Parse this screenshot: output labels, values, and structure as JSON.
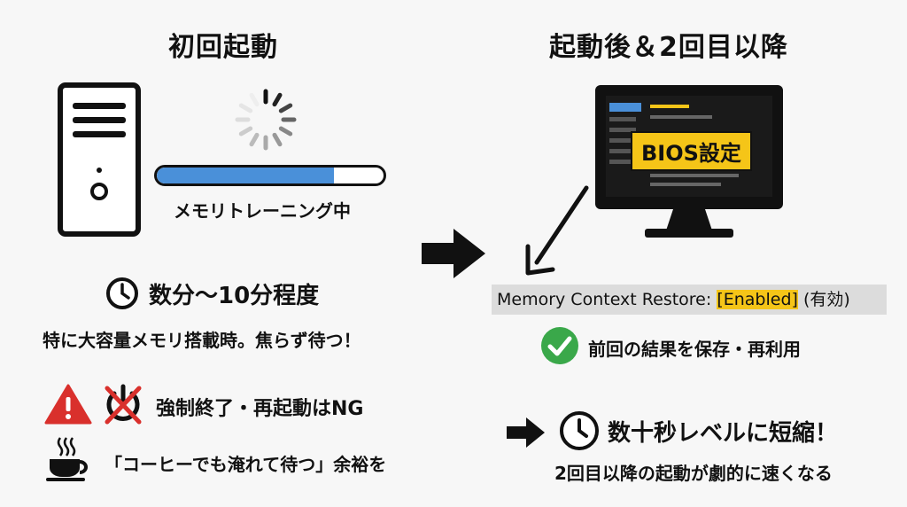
{
  "left": {
    "title": "初回起動",
    "progress_label": "メモリトレーニング中",
    "progress_value": 0.78,
    "duration": "数分〜10分程度",
    "note": "特に大容量メモリ搭載時。焦らず待つ！",
    "warning": "強制終了・再起動はNG",
    "coffee": "「コーヒーでも淹れて待つ」余裕を"
  },
  "right": {
    "title": "起動後＆2回目以降",
    "bios_label": "BIOS設定",
    "setting_name": "Memory Context Restore: ",
    "setting_value": "[Enabled]",
    "setting_note": " (有効)",
    "check_text": "前回の結果を保存・再利用",
    "result": "数十秒レベルに短縮！",
    "result_sub": "2回目以降の起動が劇的に速くなる"
  },
  "colors": {
    "accent_blue": "#4a90d9",
    "highlight_yellow": "#f5c518",
    "warning_red": "#d9302c",
    "check_green": "#3aa84a"
  },
  "icons": [
    "pc-tower-icon",
    "loading-spinner-icon",
    "arrow-right-icon",
    "monitor-icon",
    "pointer-arrow-icon",
    "clock-icon",
    "warning-icon",
    "power-off-icon",
    "check-icon",
    "coffee-icon"
  ]
}
